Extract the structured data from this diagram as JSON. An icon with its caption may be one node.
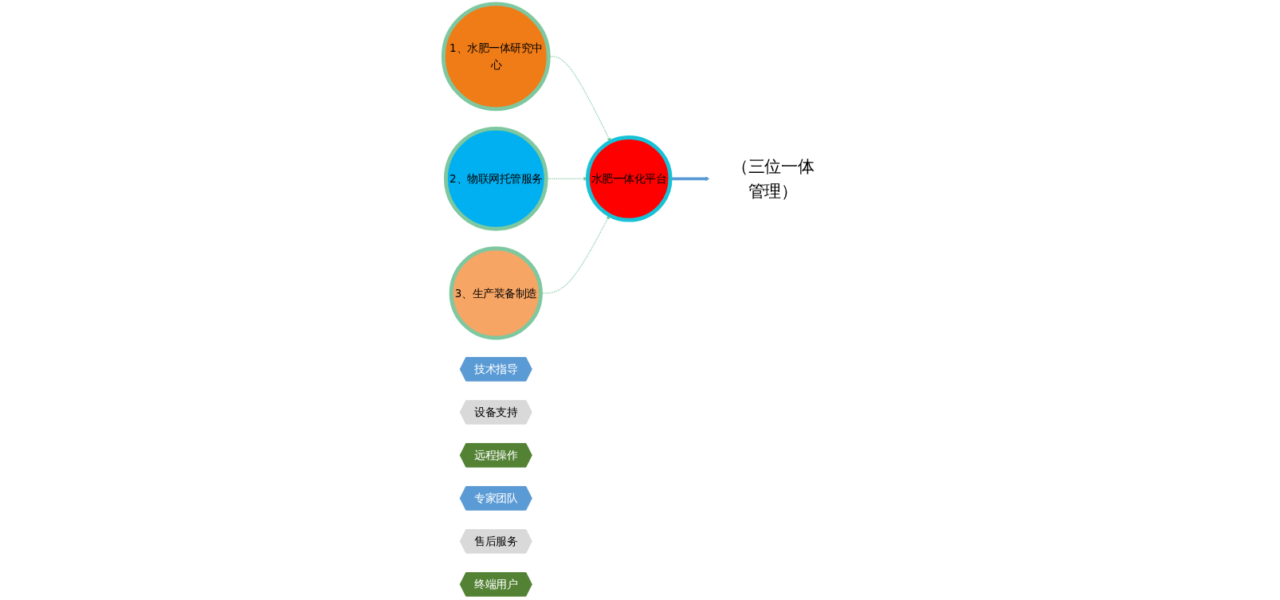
{
  "diagram": {
    "nodes": [
      {
        "text": [
          "1、水肥一体研究中心"
        ]
      },
      {
        "text": [
          "水肥一体化平台"
        ]
      },
      {
        "text": [
          "2、物联网托管服务"
        ]
      },
      {
        "text": [
          "3、生产装备制造"
        ]
      },
      {
        "text": [
          "（三位一体管理）"
        ]
      },
      {
        "text": [
          "技术指导"
        ]
      },
      {
        "text": [
          "设备支持"
        ]
      },
      {
        "text": [
          "远程操作"
        ]
      },
      {
        "text": [
          "专家团队"
        ]
      },
      {
        "text": [
          "售后服务"
        ]
      },
      {
        "text": [
          "终端用户"
        ]
      }
    ],
    "edges": [
      {
        "from": 0,
        "to": 1,
        "arrow": "to",
        "style": "dashed"
      },
      {
        "from": 2,
        "to": 1,
        "arrow": "to",
        "style": "dashed"
      },
      {
        "from": 3,
        "to": 1,
        "arrow": "to",
        "style": "dashed"
      },
      {
        "from": 1,
        "to": 4,
        "arrow": "to",
        "style": "thick",
        "color": "#5b9bd5"
      }
    ]
  }
}
